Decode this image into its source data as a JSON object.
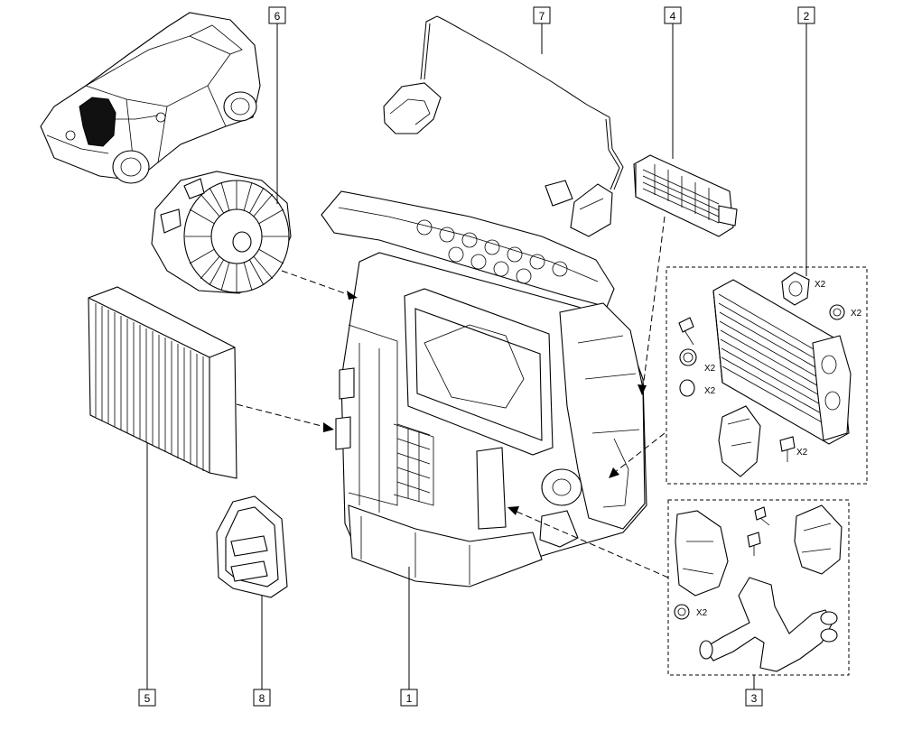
{
  "callouts": {
    "c1": "1",
    "c2": "2",
    "c3": "3",
    "c4": "4",
    "c5": "5",
    "c6": "6",
    "c7": "7",
    "c8": "8"
  },
  "quantities": {
    "clip_x2": "X2",
    "seal_top_x2": "X2",
    "oring_a_x2": "X2",
    "oring_b_x2": "X2",
    "screw_x2": "X2",
    "pipe_seal_x2": "X2"
  }
}
